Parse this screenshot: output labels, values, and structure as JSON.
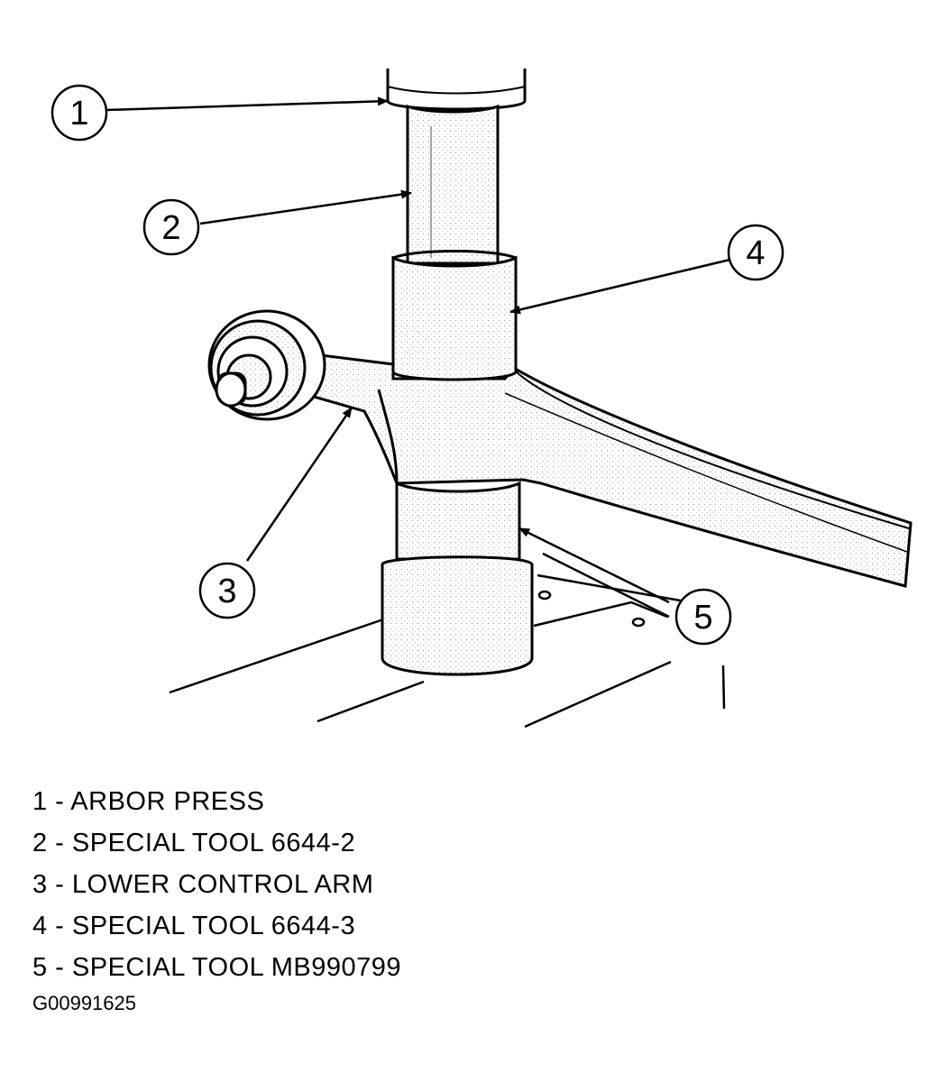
{
  "callouts": [
    {
      "number": "1",
      "text": "1 - ARBOR PRESS"
    },
    {
      "number": "2",
      "text": "2 - SPECIAL TOOL 6644-2"
    },
    {
      "number": "3",
      "text": "3 - LOWER CONTROL ARM"
    },
    {
      "number": "4",
      "text": "4 - SPECIAL TOOL 6644-3"
    },
    {
      "number": "5",
      "text": "5 - SPECIAL TOOL MB990799"
    }
  ],
  "figure_id": "G00991625",
  "colors": {
    "line": "#000000",
    "fill": "#ffffff",
    "shade": "#d9d9d9"
  }
}
